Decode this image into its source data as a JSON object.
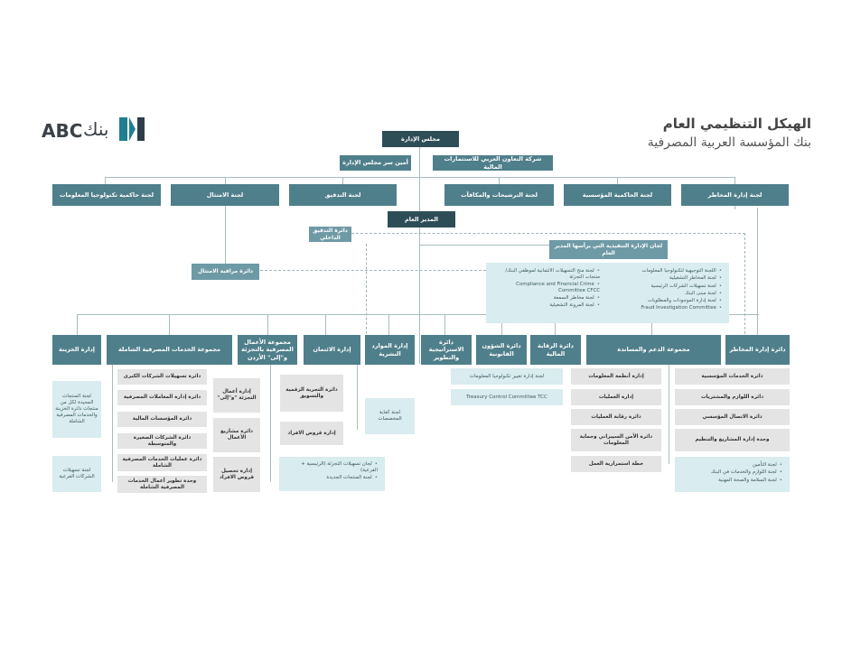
{
  "header": {
    "title": "الهيكل التنظيمي العام",
    "subtitle": "بنك المؤسسة العربية المصرفية",
    "logo_latin": "ABC",
    "logo_arabic": "بنك"
  },
  "top": {
    "board": "مجلس الإدارة",
    "parent_company": "شركة التعاون العربي للاستثمارات المالية",
    "board_secretary": "أمين سر مجلس الإدارة"
  },
  "committees": [
    "لجنة إدارة المخاطر",
    "لجنة الحاكمية المؤسسية",
    "لجنة الترشيحات والمكافآت",
    "لجنة التدقيق",
    "لجنة الامتثال",
    "لجنة حاكمية تكنولوجيا المعلومات"
  ],
  "management": {
    "gm": "المدير العام",
    "internal_audit": "دائرة التدقيق الداخلي",
    "compliance": "دائرة مراقبة الامتثال",
    "exec_committees": "لجان الإدارة  التنفيذية التي يرأسها المدير العام"
  },
  "exec_list_right": [
    "اللجنة التوجيهية لتكنولوجيا المعلومات",
    "لجنة المخاطر التشغيلية",
    "لجنة تسهيلات الشركات الرئيسية",
    "لجنة مبنى البنك",
    "لجنة إدارة الموجودات والمطلوبات",
    "Fraud Investigation Committee"
  ],
  "exec_list_left": [
    "لجنة منح التسهيلات الائتمانية لموظفي البنك/منتجات التجزئة",
    "Compliance and Financial Crime Committee CFCC",
    "لجنة مخاطر السمعة",
    "لجنة المرونة التشغيلية"
  ],
  "departments": {
    "treasury": "إدارة الخزينة",
    "corporate_group": "مجموعة الخدمات المصرفية الشاملة",
    "retail_group": "مجموعة الأعمال المصرفية بالتجزئة و\"إلى\" الأردن",
    "credit": "إدارة الائتمان",
    "hr": "إدارة الموارد البشرية",
    "strategy": "دائرة الاستراتيجية والتطوير",
    "legal": "دائرة الشؤون القانونية",
    "finance": "دائرة الرقابة المالية",
    "support_group": "مجموعة الدعم والمساندة",
    "risk": "دائرة إدارة المخاطر"
  },
  "treasury_notes": {
    "a": "لجنة المنتجات المحيدة لكل من منتجات دائرة الخزينة والخدمات المصرفية الشاملة",
    "b": "لجنة تسهيلات الشركات الفرعية"
  },
  "corporate_items": [
    "دائرة تسهيلات الشركات الكبرى",
    "دائرة إدارة المعاملات المصرفية",
    "دائرة المؤسسات المالية",
    "دائرة الشركات الصغيرة والمتوسطة",
    "دائرة عمليات الخدمات المصرفية الشاملة",
    "وحدة تطوير أعمال الخدمات المصرفية الشاملة"
  ],
  "retail_left": [
    "إدارة أعمال التجزئة \"و\"إلى\"",
    "دائرة مشاريع الأعمال",
    "إدارة تحصيل قروض الافراد"
  ],
  "retail_right": [
    "دائرة التجربة الرقمية والتسويق",
    "إدارة قروض الافراد"
  ],
  "retail_committees": [
    "لجان تسهيلات التجزئة (الرئيسية + الفرعية)",
    "لجنة المنتجات الجديدة"
  ],
  "hr_note": "لجنة كفاية المخصصات",
  "support_mid": [
    "إدارة أنظمة المعلومات",
    "إدارة العمليات",
    "دائرة رقابة العمليات",
    "دائرة الأمن السيبراني وحماية المعلومات",
    "خطة استمرارية العمل"
  ],
  "support_right": [
    "دائرة الخدمات المؤسسية",
    "دائرة اللوازم والمشتريات",
    "دائرة الاتصال المؤسسي",
    "وحدة إدارة المشاريع والتنظيم"
  ],
  "support_notes": {
    "it_change": "لجنة إدارة تغيير تكنولوجيا المعلومات",
    "tcc": "Treasury Control Committee TCC"
  },
  "support_right_list": [
    "لجنة التأمين",
    "لجنة اللوازم والخدمات في البنك",
    "لجنة السلامة والصحة المهنية"
  ],
  "colors": {
    "dark": "#2e4e57",
    "teal": "#4f7f8b",
    "mid": "#6e9aa6",
    "grey": "#e4e4e4",
    "light": "#d9ecef"
  }
}
